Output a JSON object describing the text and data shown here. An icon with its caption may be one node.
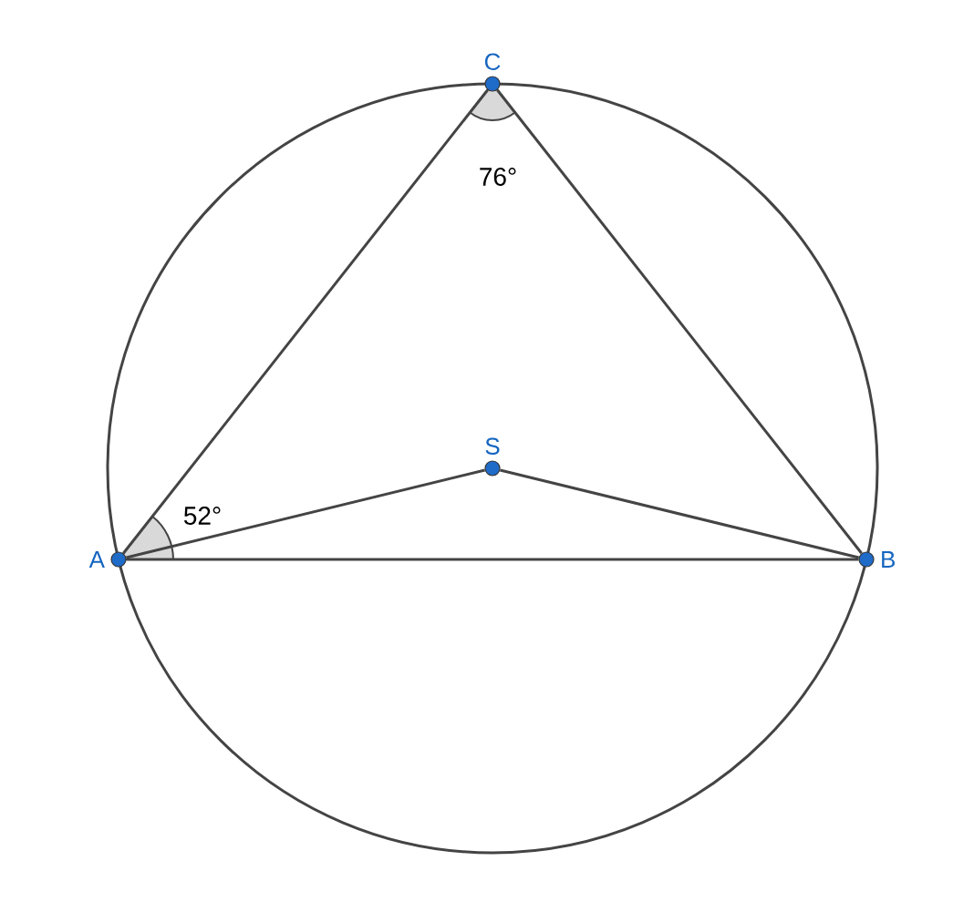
{
  "diagram": {
    "nodes": [
      {
        "text": [
          "C"
        ]
      },
      {
        "text": [
          "S"
        ]
      },
      {
        "text": [
          "A"
        ]
      },
      {
        "text": [
          "B"
        ]
      }
    ],
    "edges": [
      {
        "from": 2,
        "to": 0,
        "arrow": "none"
      },
      {
        "from": 0,
        "to": 3,
        "arrow": "none"
      },
      {
        "from": 2,
        "to": 1,
        "arrow": "none"
      },
      {
        "from": 1,
        "to": 3,
        "arrow": "none"
      },
      {
        "from": 2,
        "to": 3,
        "arrow": "none"
      }
    ],
    "labels": [
      "76°",
      "52°"
    ]
  }
}
